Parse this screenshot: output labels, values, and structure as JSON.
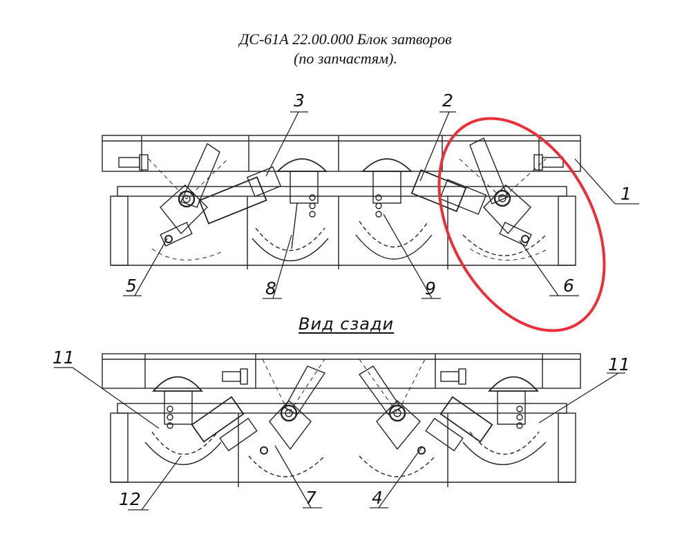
{
  "title": {
    "line1": "ДС-61А 22.00.000 Блок затворов",
    "line2": "(по запчастям)."
  },
  "view_label": "Вид сзади",
  "callouts_top": [
    "1",
    "2",
    "3",
    "5",
    "6",
    "8",
    "9"
  ],
  "callouts_bottom": [
    "4",
    "7",
    "11",
    "11",
    "12"
  ],
  "highlight_color": "#e8303a",
  "line_color": "#222222"
}
